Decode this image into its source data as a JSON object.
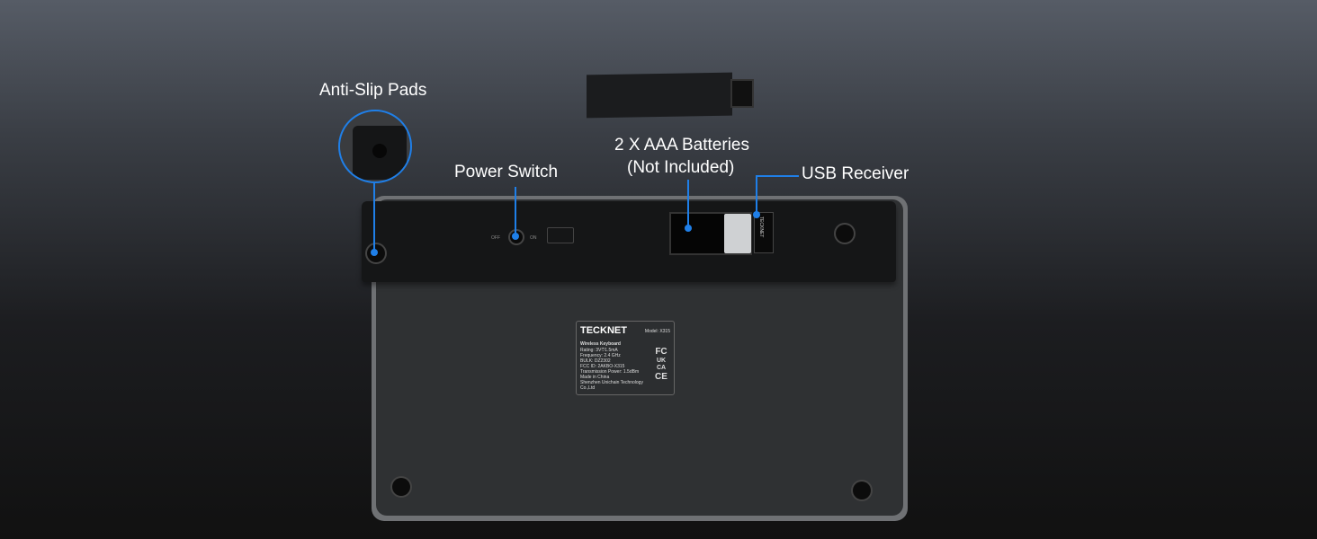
{
  "callouts": {
    "anti_slip": "Anti-Slip Pads",
    "power_switch": "Power Switch",
    "batteries_line1": "2 X AAA Batteries",
    "batteries_line2": "(Not Included)",
    "usb_receiver": "USB Receiver"
  },
  "switch": {
    "off": "OFF",
    "on": "ON"
  },
  "receiver_brand": "TECKNET",
  "sticker": {
    "brand": "TECKNET",
    "model": "Model: X315",
    "product": "Wireless Keyboard",
    "lines": [
      "Rating: 3V⎏1.5mA",
      "Frequency: 2.4 GHz",
      "BULK: DZ2302",
      "FCC ID: 2AKBO-X315",
      "Transmission Power: 1.5dBm",
      "Made in China",
      "Shenzhen Unichain Technology Co.,Ltd"
    ],
    "marks": [
      "FC",
      "UK CA",
      "CE"
    ]
  },
  "colors": {
    "accent": "#1f7fe8"
  }
}
